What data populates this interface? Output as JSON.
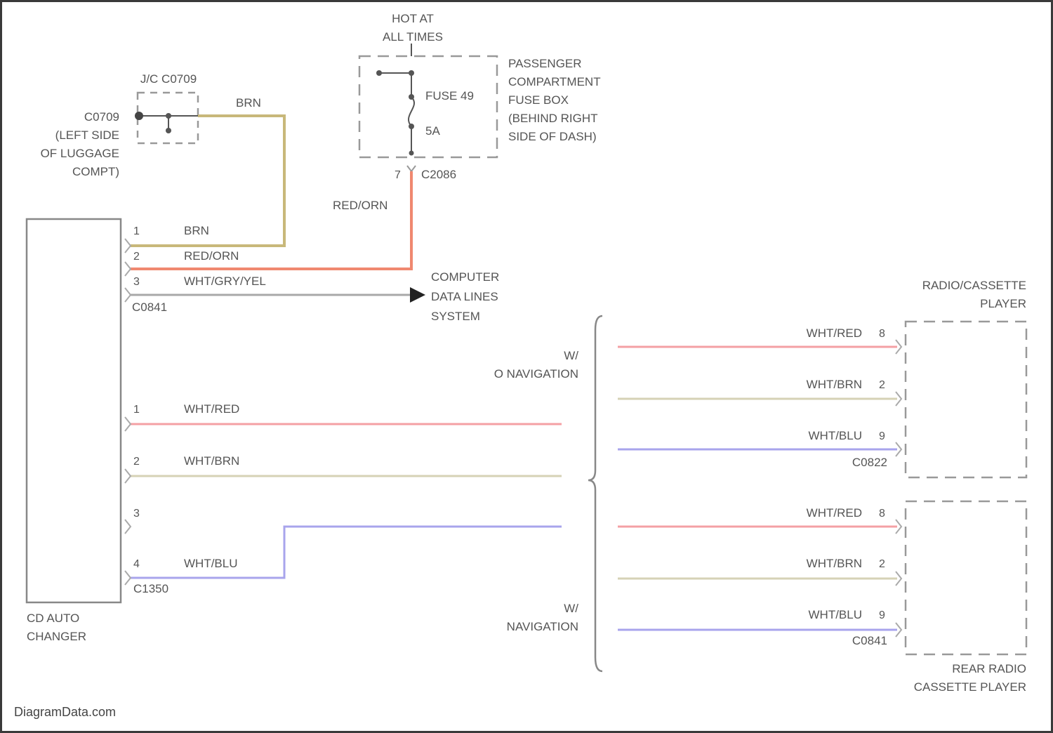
{
  "hot_at_all_times": [
    "HOT AT",
    "ALL TIMES"
  ],
  "fuse_box_label": [
    "PASSENGER",
    "COMPARTMENT",
    "FUSE BOX",
    "(BEHIND RIGHT",
    "SIDE OF DASH)"
  ],
  "fuse": {
    "name": "FUSE 49",
    "rating": "5A"
  },
  "fuse_connector": {
    "pin": "7",
    "connector": "C2086"
  },
  "ground_junction": {
    "label": "J/C C0709",
    "connector": "C0709",
    "location": [
      "(LEFT SIDE",
      "OF LUGGAGE",
      "COMPT)"
    ]
  },
  "brn_top": "BRN",
  "red_orn_top": "RED/ORN",
  "cd_changer": {
    "name": [
      "CD AUTO",
      "CHANGER"
    ],
    "upper_pins": [
      {
        "pin": "1",
        "wire": "BRN"
      },
      {
        "pin": "2",
        "wire": "RED/ORN"
      },
      {
        "pin": "3",
        "wire": "WHT/GRY/YEL"
      }
    ],
    "upper_connector": "C0841",
    "lower_pins": [
      {
        "pin": "1",
        "wire": "WHT/RED"
      },
      {
        "pin": "2",
        "wire": "WHT/BRN"
      },
      {
        "pin": "3",
        "wire": ""
      },
      {
        "pin": "4",
        "wire": "WHT/BLU"
      }
    ],
    "lower_connector": "C1350"
  },
  "data_lines": [
    "COMPUTER",
    "DATA LINES",
    "SYSTEM"
  ],
  "option_without_nav": [
    "W/",
    "O NAVIGATION"
  ],
  "option_with_nav": [
    "W/",
    "NAVIGATION"
  ],
  "radio_cassette": {
    "name": [
      "RADIO/CASSETTE",
      "PLAYER"
    ],
    "pins": [
      {
        "wire": "WHT/RED",
        "pin": "8"
      },
      {
        "wire": "WHT/BRN",
        "pin": "2"
      },
      {
        "wire": "WHT/BLU",
        "pin": "9"
      }
    ],
    "connector": "C0822"
  },
  "rear_radio": {
    "name": [
      "REAR RADIO",
      "CASSETTE PLAYER"
    ],
    "pins": [
      {
        "wire": "WHT/RED",
        "pin": "8"
      },
      {
        "wire": "WHT/BRN",
        "pin": "2"
      },
      {
        "wire": "WHT/BLU",
        "pin": "9"
      }
    ],
    "connector": "C0841"
  },
  "watermark": "DiagramData.com",
  "colors": {
    "brn": "#c8b87a",
    "red_orn": "#f08870",
    "wht_gry_yel": "#a8a8a8",
    "wht_red": "#f4a0a4",
    "wht_brn": "#d6d2b6",
    "wht_blu": "#a8a4ec"
  }
}
